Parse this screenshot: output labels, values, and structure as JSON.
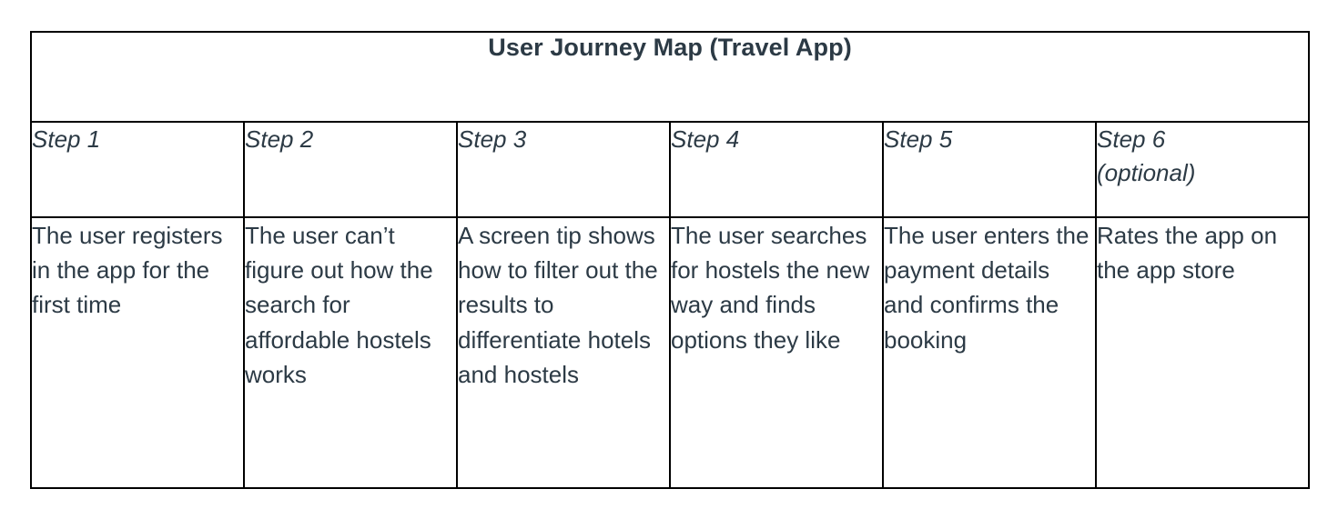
{
  "title": "User Journey Map (Travel App)",
  "colors": {
    "text": "#2c3a45",
    "border": "#000000",
    "background": "#ffffff"
  },
  "columns": [
    {
      "header": "Step 1",
      "description": "The user registers in the app for the first time"
    },
    {
      "header": "Step 2",
      "description": "The user can’t figure out how the search for affordable hostels works"
    },
    {
      "header": "Step 3",
      "description": "A screen tip shows how to filter out the results to differentiate hotels and hostels"
    },
    {
      "header": "Step 4",
      "description": "The user searches for hostels the new way and finds options they like"
    },
    {
      "header": "Step 5",
      "description": "The user enters the payment details and confirms the booking"
    },
    {
      "header": "Step 6\n(optional)",
      "description": "Rates the app on the app store"
    }
  ]
}
